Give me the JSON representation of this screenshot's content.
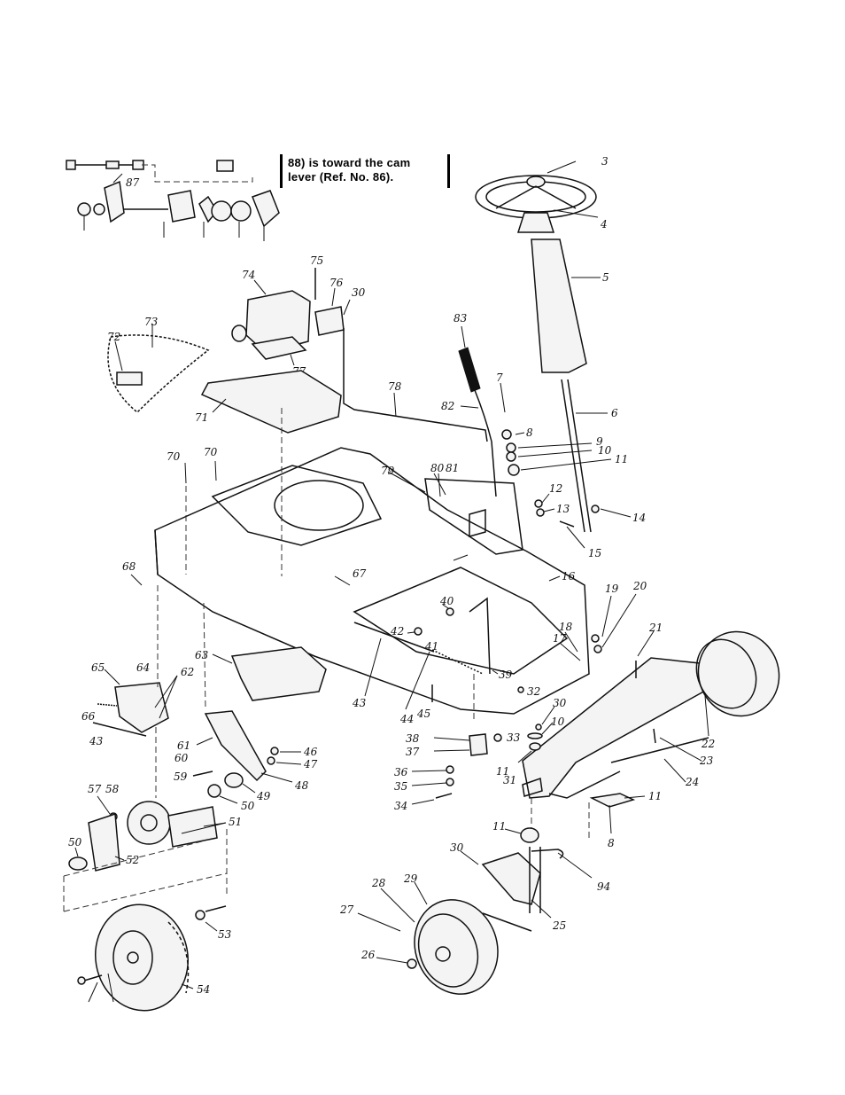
{
  "note": {
    "line1": "88) is toward the cam",
    "line2": "lever (Ref. No. 86)."
  },
  "callouts": {
    "n3": "3",
    "n4": "4",
    "n5": "5",
    "n6": "6",
    "n7": "7",
    "n8a": "8",
    "n8b": "8",
    "n9": "9",
    "n10a": "10",
    "n10b": "10",
    "n11a": "11",
    "n11b": "11",
    "n11c": "11",
    "n11d": "11",
    "n12": "12",
    "n13": "13",
    "n14": "14",
    "n15": "15",
    "n16": "16",
    "n17": "17",
    "n18": "18",
    "n19": "19",
    "n20": "20",
    "n21": "21",
    "n22": "22",
    "n23": "23",
    "n24": "24",
    "n25": "25",
    "n26": "26",
    "n27": "27",
    "n28": "28",
    "n29": "29",
    "n30a": "30",
    "n30b": "30",
    "n30c": "30",
    "n31": "31",
    "n32": "32",
    "n33": "33",
    "n34": "34",
    "n35": "35",
    "n36": "36",
    "n37": "37",
    "n38": "38",
    "n39": "39",
    "n40": "40",
    "n41": "41",
    "n42": "42",
    "n43a": "43",
    "n43b": "43",
    "n44": "44",
    "n45": "45",
    "n46": "46",
    "n47": "47",
    "n48": "48",
    "n49": "49",
    "n50a": "50",
    "n50b": "50",
    "n51": "51",
    "n52": "52",
    "n53": "53",
    "n54": "54",
    "n57": "57",
    "n58": "58",
    "n59": "59",
    "n60": "60",
    "n61": "61",
    "n62": "62",
    "n63": "63",
    "n64": "64",
    "n65": "65",
    "n66": "66",
    "n67": "67",
    "n68": "68",
    "n70a": "70",
    "n70b": "70",
    "n71": "71",
    "n72": "72",
    "n73": "73",
    "n74": "74",
    "n75": "75",
    "n76": "76",
    "n77": "77",
    "n78": "78",
    "n79": "79",
    "n80": "80",
    "n81": "81",
    "n82": "82",
    "n83": "83",
    "n87": "87",
    "n94": "94"
  }
}
